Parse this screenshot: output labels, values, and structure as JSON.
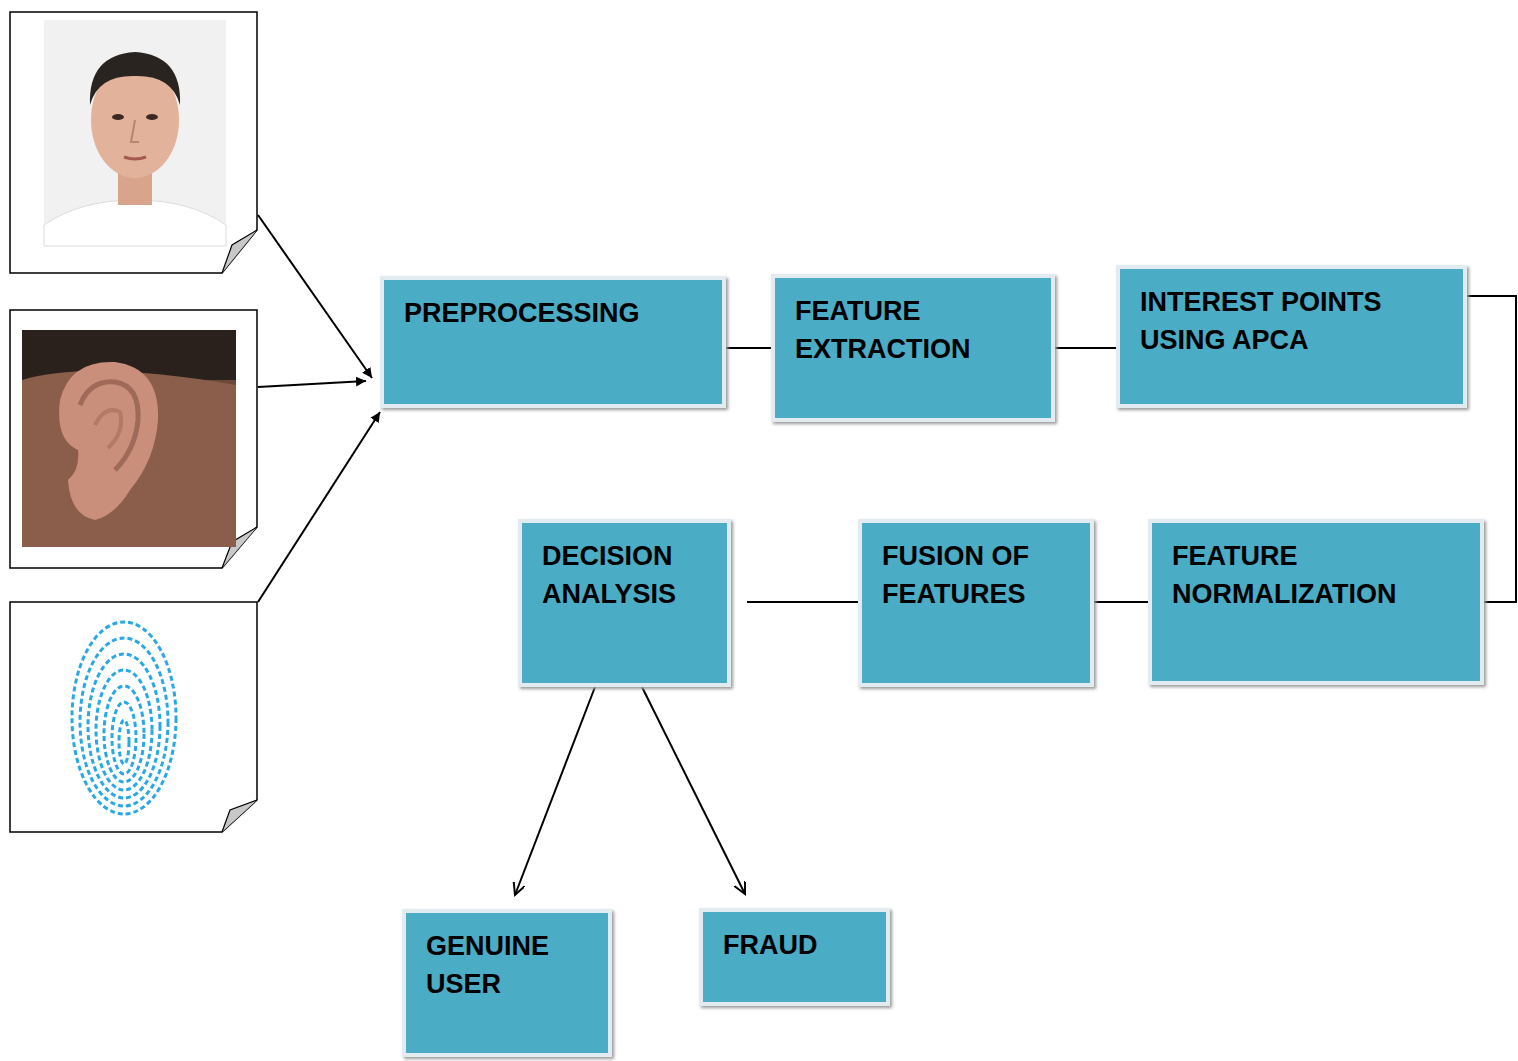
{
  "diagram": {
    "nodes": [
      {
        "text": [
          "PREPROCESSING"
        ]
      },
      {
        "text": [
          "FEATURE EXTRACTION"
        ]
      },
      {
        "text": [
          "INTEREST POINTS USING APCA"
        ]
      },
      {
        "text": [
          "DECISION ANALYSIS"
        ]
      },
      {
        "text": [
          "FUSION OF FEATURES"
        ]
      },
      {
        "text": [
          "FEATURE NORMALIZATION"
        ]
      },
      {
        "text": [
          "GENUINE USER"
        ]
      },
      {
        "text": [
          "FRAUD"
        ]
      }
    ],
    "edges": [
      {
        "from": 0,
        "to": 1,
        "arrow": "none"
      },
      {
        "from": 1,
        "to": 2,
        "arrow": "none"
      },
      {
        "from": 2,
        "to": 5,
        "arrow": "none"
      },
      {
        "from": 5,
        "to": 4,
        "arrow": "none"
      },
      {
        "from": 4,
        "to": 3,
        "arrow": "none"
      },
      {
        "from": 3,
        "to": 6,
        "arrow": "to"
      },
      {
        "from": 3,
        "to": 7,
        "arrow": "to"
      }
    ]
  }
}
